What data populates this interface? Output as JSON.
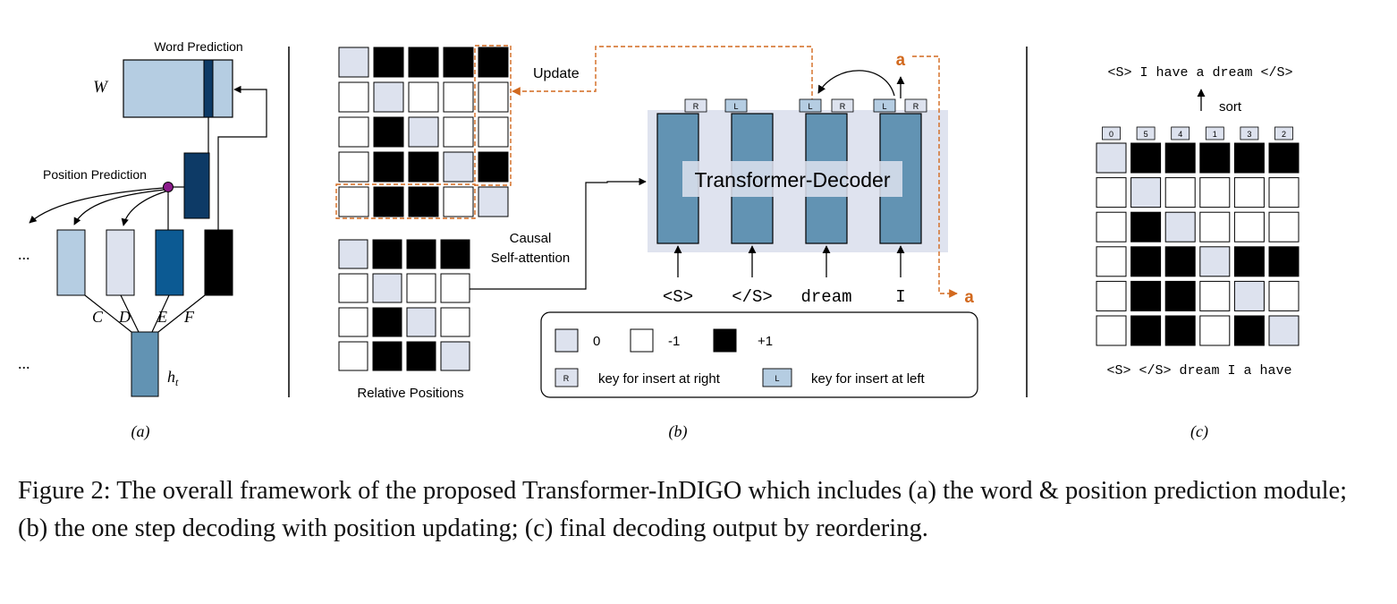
{
  "colors": {
    "light_blue": "#b5cde2",
    "pale_grey_blue": "#dde2ee",
    "mid_blue": "#0c5a93",
    "dark_navy": "#0d3a66",
    "steel_blue": "#6293b3",
    "decoder_bg": "#dfe3ef",
    "orange": "#d2691e",
    "cell_zero": "#dde2ee",
    "cell_neg": "#ffffff",
    "cell_pos": "#000000"
  },
  "panel_a": {
    "word_prediction": "Word Prediction",
    "w_label": "W",
    "position_prediction": "Position Prediction",
    "ellipsis_top": "...",
    "ellipsis_bottom": "...",
    "labels": [
      "C",
      "D",
      "E",
      "F"
    ],
    "ht": "h",
    "ht_sub": "t",
    "sublabel": "(a)"
  },
  "panel_b": {
    "update": "Update",
    "causal": "Causal",
    "self_attention": "Self-attention",
    "relative_positions": "Relative Positions",
    "decoder_title": "Transformer-Decoder",
    "inputs": [
      "<S>",
      "</S>",
      "dream",
      "I"
    ],
    "key_tags": [
      "R",
      "L",
      "L",
      "R",
      "L",
      "R"
    ],
    "output_top": "a",
    "output_side": "a",
    "legend": {
      "zero": "0",
      "neg": "-1",
      "pos": "+1",
      "right_key": "R",
      "right_text": "key for insert at right",
      "left_key": "L",
      "left_text": "key for insert at left"
    },
    "matrix_top": [
      [
        0,
        1,
        1,
        1,
        1
      ],
      [
        -1,
        0,
        -1,
        -1,
        -1
      ],
      [
        -1,
        1,
        0,
        -1,
        -1
      ],
      [
        -1,
        1,
        1,
        0,
        1
      ],
      [
        -1,
        1,
        1,
        -1,
        0
      ]
    ],
    "matrix_bottom": [
      [
        0,
        1,
        1,
        1
      ],
      [
        -1,
        0,
        -1,
        -1
      ],
      [
        -1,
        1,
        0,
        -1
      ],
      [
        -1,
        1,
        1,
        0
      ]
    ],
    "sublabel": "(b)"
  },
  "panel_c": {
    "sorted_sentence": "<S> I have a dream </S>",
    "sort": "sort",
    "positions": [
      "0",
      "5",
      "4",
      "1",
      "3",
      "2"
    ],
    "input_sentence": "<S> </S> dream I a have",
    "matrix": [
      [
        0,
        1,
        1,
        1,
        1,
        1
      ],
      [
        -1,
        0,
        -1,
        -1,
        -1,
        -1
      ],
      [
        -1,
        1,
        0,
        -1,
        -1,
        -1
      ],
      [
        -1,
        1,
        1,
        0,
        1,
        1
      ],
      [
        -1,
        1,
        1,
        -1,
        0,
        -1
      ],
      [
        -1,
        1,
        1,
        -1,
        1,
        0
      ]
    ],
    "sublabel": "(c)"
  },
  "caption": "Figure 2: The overall framework of the proposed Transformer-InDIGO which includes (a) the word & position prediction module; (b) the one step decoding with position updating; (c) final decoding output by reordering."
}
